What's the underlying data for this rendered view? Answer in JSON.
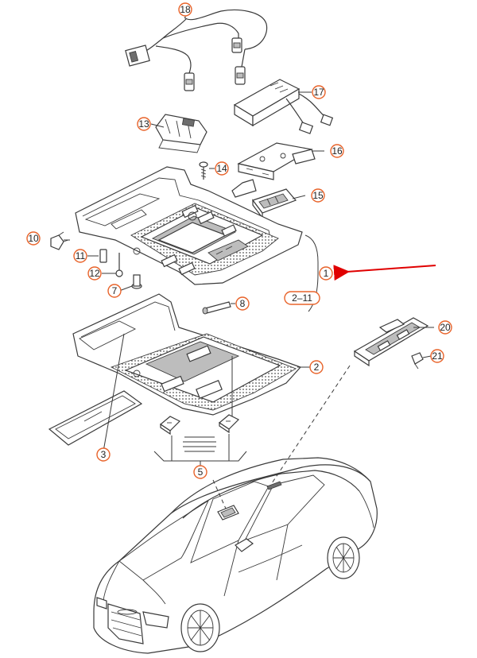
{
  "diagram": {
    "callouts": {
      "c1": "1",
      "c2": "2",
      "c3": "3",
      "c5": "5",
      "c7": "7",
      "c8": "8",
      "c10": "10",
      "c11": "11",
      "c12": "12",
      "c13": "13",
      "c14": "14",
      "c15": "15",
      "c16": "16",
      "c17": "17",
      "c18": "18",
      "c20": "20",
      "c21": "21"
    },
    "range_label": "2–11"
  },
  "colors": {
    "callout_ring": "#e8632a",
    "pointer_arrow": "#e00000",
    "line_art": "#3a3a3a"
  }
}
